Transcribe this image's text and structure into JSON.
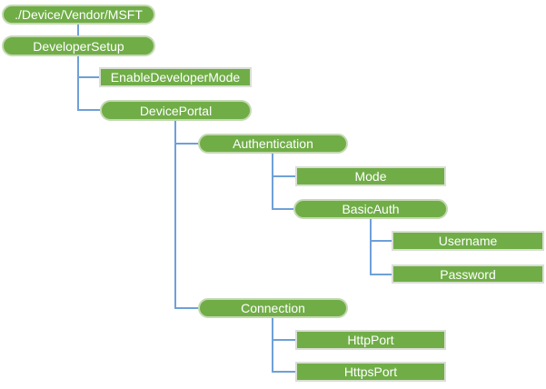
{
  "diagram": {
    "description": "Configuration service provider node tree",
    "colors": {
      "node_fill": "#70AD47",
      "node_text": "#FFFFFF",
      "connector": "#6FA0D8",
      "rect_border": "#D9DFD3",
      "pill_border": "#C4D9B2",
      "background": "#FFFFFF"
    },
    "nodes": [
      {
        "label": "./Device/Vendor/MSFT",
        "shape": "pill",
        "parent": null
      },
      {
        "label": "DeveloperSetup",
        "shape": "pill",
        "parent": "./Device/Vendor/MSFT"
      },
      {
        "label": "EnableDeveloperMode",
        "shape": "rect",
        "parent": "DeveloperSetup"
      },
      {
        "label": "DevicePortal",
        "shape": "pill",
        "parent": "DeveloperSetup"
      },
      {
        "label": "Authentication",
        "shape": "pill",
        "parent": "DevicePortal"
      },
      {
        "label": "Mode",
        "shape": "rect",
        "parent": "Authentication"
      },
      {
        "label": "BasicAuth",
        "shape": "pill",
        "parent": "Authentication"
      },
      {
        "label": "Username",
        "shape": "rect",
        "parent": "BasicAuth"
      },
      {
        "label": "Password",
        "shape": "rect",
        "parent": "BasicAuth"
      },
      {
        "label": "Connection",
        "shape": "pill",
        "parent": "DevicePortal"
      },
      {
        "label": "HttpPort",
        "shape": "rect",
        "parent": "Connection"
      },
      {
        "label": "HttpsPort",
        "shape": "rect",
        "parent": "Connection"
      }
    ]
  }
}
